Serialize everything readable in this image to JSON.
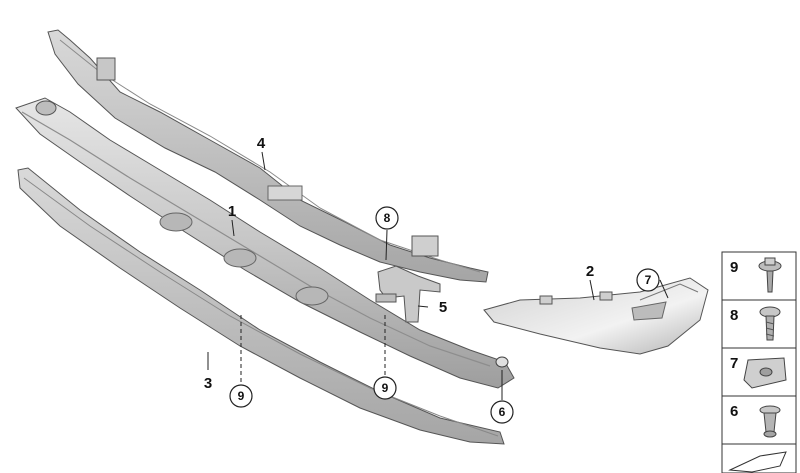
{
  "diagram": {
    "callouts": [
      {
        "id": "c1",
        "text": "1"
      },
      {
        "id": "c2",
        "text": "2"
      },
      {
        "id": "c3",
        "text": "3"
      },
      {
        "id": "c4",
        "text": "4"
      },
      {
        "id": "c5",
        "text": "5"
      },
      {
        "id": "c6",
        "text": "6"
      },
      {
        "id": "c7",
        "text": "7"
      },
      {
        "id": "c8",
        "text": "8"
      },
      {
        "id": "c9a",
        "text": "9"
      },
      {
        "id": "c9b",
        "text": "9"
      }
    ],
    "legend": [
      {
        "text": "9",
        "icon": "screw-washer-icon"
      },
      {
        "text": "8",
        "icon": "torx-screw-icon"
      },
      {
        "text": "7",
        "icon": "clip-nut-icon"
      },
      {
        "text": "6",
        "icon": "expanding-rivet-icon"
      }
    ],
    "colors": {
      "part_fill": "#cfcfcf",
      "part_light": "#e4e4e4",
      "part_dark": "#a9a9a9",
      "outline": "#555555",
      "ink": "#111111"
    }
  }
}
